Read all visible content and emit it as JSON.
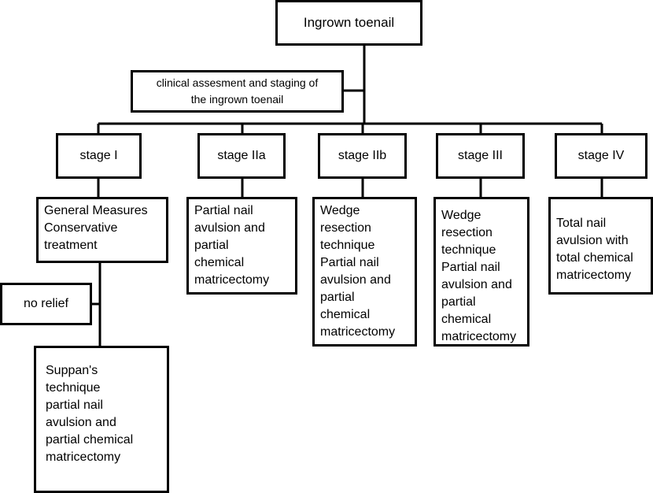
{
  "root": {
    "label": "Ingrown toenail"
  },
  "assessment": {
    "line1": "clinical assesment and staging of",
    "line2": "the ingrown toenail"
  },
  "stages": [
    {
      "label": "stage I"
    },
    {
      "label": "stage IIa"
    },
    {
      "label": "stage IIb"
    },
    {
      "label": "stage III"
    },
    {
      "label": "stage IV"
    }
  ],
  "treatments": {
    "stage1": [
      "General Measures",
      "Conservative",
      "treatment"
    ],
    "stage2a": [
      "Partial nail",
      "avulsion and",
      "partial",
      "chemical",
      "matricectomy"
    ],
    "stage2b": [
      "Wedge",
      "resection",
      "technique",
      "Partial nail",
      "avulsion and",
      "partial",
      "chemical",
      "matricectomy"
    ],
    "stage3": [
      "Wedge",
      "resection",
      "technique",
      "Partial nail",
      "avulsion and",
      "partial",
      "chemical",
      "matricectomy"
    ],
    "stage4": [
      "Total nail",
      "avulsion with",
      "total chemical",
      "matricectomy"
    ]
  },
  "no_relief": {
    "label": "no relief"
  },
  "suppan": {
    "lines": [
      "Suppan's",
      "technique",
      "partial nail",
      "avulsion and",
      "partial chemical",
      "matricectomy"
    ]
  }
}
